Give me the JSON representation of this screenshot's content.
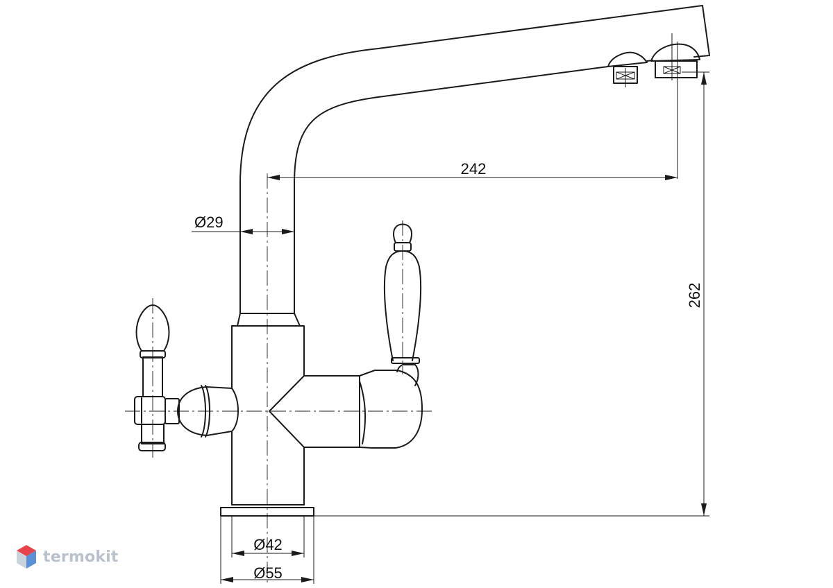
{
  "dimensions": {
    "spout_reach": "242",
    "height": "262",
    "tube_diameter": "Ø29",
    "body_diameter": "Ø42",
    "base_diameter": "Ø55"
  },
  "logo": {
    "text": "termokit",
    "icon": "cube-icon",
    "colors": {
      "red": "#e8434a",
      "blue": "#5b8fd6",
      "light": "#c9d3dc",
      "text": "#b9c2cc"
    }
  },
  "line_color": "#1a1a1a"
}
